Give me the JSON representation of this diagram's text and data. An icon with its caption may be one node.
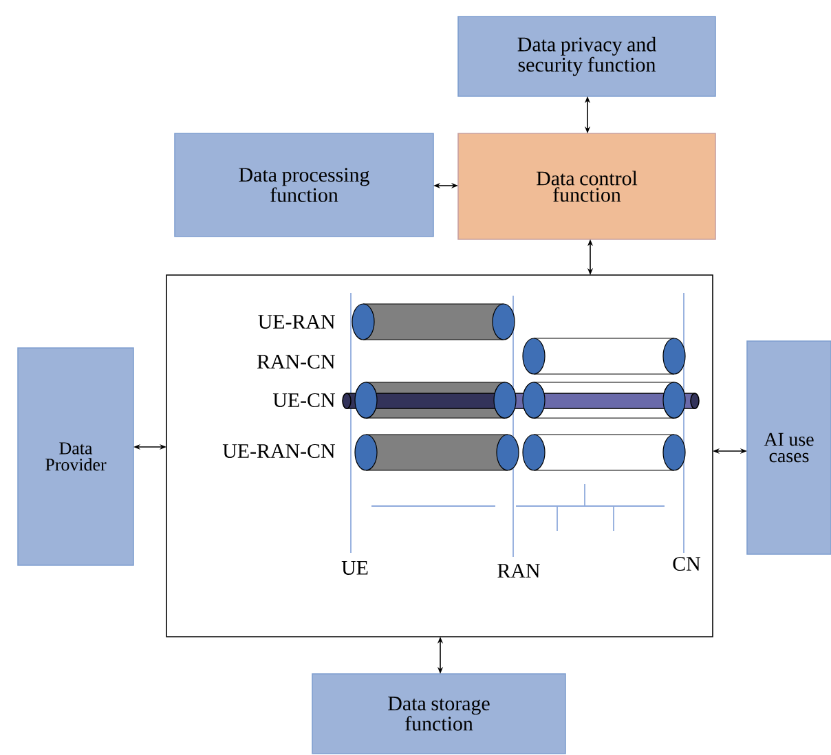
{
  "diagram": {
    "nodes": [
      {
        "text": [
          "Data privacy and security function"
        ]
      },
      {
        "text": [
          "Data processing function"
        ]
      },
      {
        "text": [
          "Data control function"
        ]
      },
      {
        "text": [],
        "shape": "box"
      },
      {
        "text": [
          "Data Provider"
        ]
      },
      {
        "text": [
          "AI use cases"
        ]
      },
      {
        "text": [
          "Data storage function"
        ]
      }
    ],
    "edges": [
      {
        "from": 0,
        "to": 2,
        "arrow": "both"
      },
      {
        "from": 1,
        "to": 2,
        "arrow": "both"
      },
      {
        "from": 2,
        "to": 3,
        "arrow": "both"
      },
      {
        "from": 4,
        "to": 3,
        "arrow": "both"
      },
      {
        "from": 3,
        "to": 5,
        "arrow": "both"
      },
      {
        "from": 3,
        "to": 6,
        "arrow": "both"
      }
    ],
    "labels": [
      "UE-RAN",
      "RAN-CN",
      "UE-CN",
      "UE-RAN-CN",
      "UE",
      "RAN",
      "CN"
    ]
  }
}
